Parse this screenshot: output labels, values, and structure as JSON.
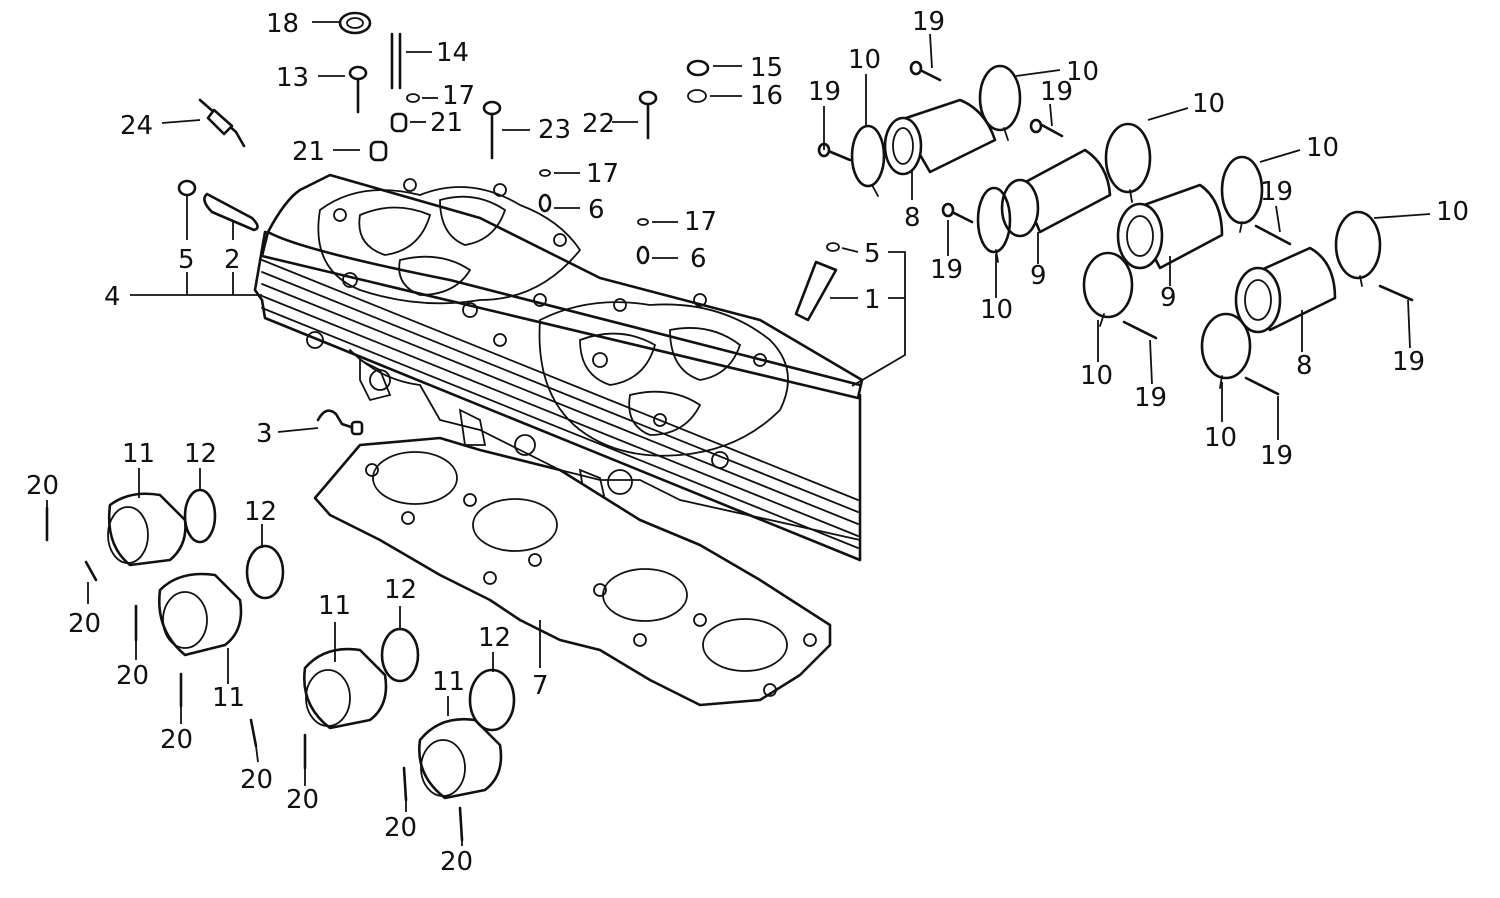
{
  "labels": {
    "l18": "18",
    "l14": "14",
    "l13": "13",
    "l17a": "17",
    "l21a": "21",
    "l24": "24",
    "l23": "23",
    "l22": "22",
    "l15": "15",
    "l16": "16",
    "l21b": "21",
    "l17b": "17",
    "l6a": "6",
    "l17c": "17",
    "l6b": "6",
    "l5a": "5",
    "l2": "2",
    "l4": "4",
    "l5b": "5",
    "l1": "1",
    "l3": "3",
    "l19a": "19",
    "l10a": "10",
    "l10b": "10",
    "l19b": "19",
    "l19c": "19",
    "l10c": "10",
    "l10d": "10",
    "l8a": "8",
    "l19d": "19",
    "l10e": "10",
    "l19e": "19",
    "l9a": "9",
    "l10f": "10",
    "l9b": "9",
    "l10g": "10",
    "l19f": "19",
    "l8b": "8",
    "l19g": "19",
    "l10h": "10",
    "l19h": "19",
    "l11a": "11",
    "l12a": "12",
    "l20a": "20",
    "l12b": "12",
    "l20b": "20",
    "l20c": "20",
    "l11b": "11",
    "l20d": "20",
    "l11c": "11",
    "l12c": "12",
    "l12d": "12",
    "l7": "7",
    "l11d": "11",
    "l20e": "20",
    "l20f": "20",
    "l20g": "20",
    "l20h": "20"
  }
}
